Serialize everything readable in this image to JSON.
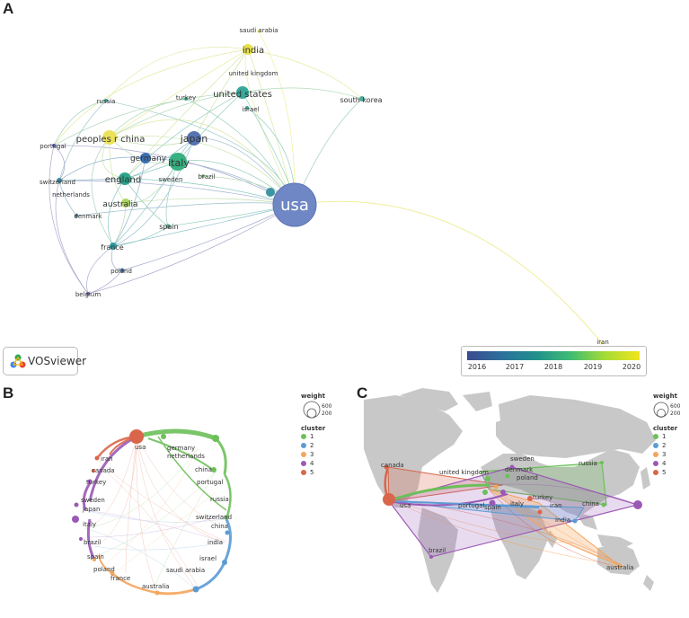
{
  "panels": {
    "a": "A",
    "b": "B",
    "c": "C"
  },
  "vosviewer": {
    "label": "VOSviewer"
  },
  "colorbar": {
    "ticks": [
      "2016",
      "2017",
      "2018",
      "2019",
      "2020"
    ]
  },
  "panel_a_nodes": [
    {
      "id": "usa",
      "label": "usa"
    },
    {
      "id": "india",
      "label": "india"
    },
    {
      "id": "saudi-arabia",
      "label": "saudi arabia"
    },
    {
      "id": "united-kingdom",
      "label": "united kingdom"
    },
    {
      "id": "united-states",
      "label": "united states"
    },
    {
      "id": "israel",
      "label": "israel"
    },
    {
      "id": "south-korea",
      "label": "south korea"
    },
    {
      "id": "russia",
      "label": "russia"
    },
    {
      "id": "turkey",
      "label": "turkey"
    },
    {
      "id": "peoples-r-china",
      "label": "peoples r china"
    },
    {
      "id": "japan",
      "label": "japan"
    },
    {
      "id": "germany",
      "label": "germany"
    },
    {
      "id": "italy",
      "label": "italy"
    },
    {
      "id": "portugal",
      "label": "portugal"
    },
    {
      "id": "switzerland",
      "label": "switzerland"
    },
    {
      "id": "netherlands",
      "label": "netherlands"
    },
    {
      "id": "england",
      "label": "england"
    },
    {
      "id": "sweden",
      "label": "sweden"
    },
    {
      "id": "brazil",
      "label": "brazil"
    },
    {
      "id": "australia",
      "label": "australia"
    },
    {
      "id": "denmark",
      "label": "denmark"
    },
    {
      "id": "spain",
      "label": "spain"
    },
    {
      "id": "france",
      "label": "france"
    },
    {
      "id": "poland",
      "label": "poland"
    },
    {
      "id": "belgium",
      "label": "belgium"
    },
    {
      "id": "iran",
      "label": "iran"
    }
  ],
  "legend": {
    "weight_title": "weight",
    "weight_values": [
      "600",
      "200"
    ],
    "cluster_title": "cluster",
    "clusters": [
      {
        "label": "1",
        "color": "#6dbf59"
      },
      {
        "label": "2",
        "color": "#5b9bd5"
      },
      {
        "label": "3",
        "color": "#f4a55a"
      },
      {
        "label": "4",
        "color": "#9b59b6"
      },
      {
        "label": "5",
        "color": "#d9664a"
      }
    ]
  },
  "panel_b_nodes": [
    {
      "label": "usa"
    },
    {
      "label": "germany"
    },
    {
      "label": "netherlands"
    },
    {
      "label": "china"
    },
    {
      "label": "portugal"
    },
    {
      "label": "russia"
    },
    {
      "label": "switzerland"
    },
    {
      "label": "china"
    },
    {
      "label": "india"
    },
    {
      "label": "israel"
    },
    {
      "label": "saudi arabia"
    },
    {
      "label": "australia"
    },
    {
      "label": "france"
    },
    {
      "label": "poland"
    },
    {
      "label": "spain"
    },
    {
      "label": "brazil"
    },
    {
      "label": "italy"
    },
    {
      "label": "japan"
    },
    {
      "label": "sweden"
    },
    {
      "label": "turkey"
    },
    {
      "label": "canada"
    },
    {
      "label": "iran"
    }
  ],
  "panel_c_nodes": [
    {
      "label": "canada"
    },
    {
      "label": "united kingdom"
    },
    {
      "label": "sweden"
    },
    {
      "label": "denmark"
    },
    {
      "label": "poland"
    },
    {
      "label": "russia"
    },
    {
      "label": "usa"
    },
    {
      "label": "portugal"
    },
    {
      "label": "spain"
    },
    {
      "label": "italy"
    },
    {
      "label": "turkey"
    },
    {
      "label": "iran"
    },
    {
      "label": "china"
    },
    {
      "label": "india"
    },
    {
      "label": "brazil"
    },
    {
      "label": "australia"
    }
  ]
}
